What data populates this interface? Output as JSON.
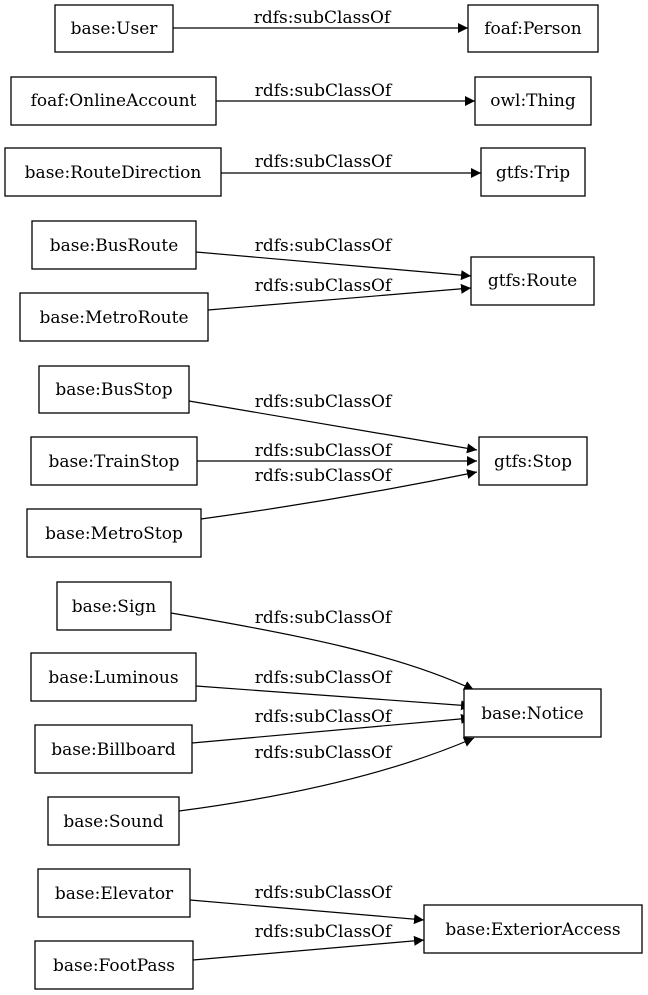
{
  "nodes": {
    "user": "base:User",
    "person": "foaf:Person",
    "online_account": "foaf:OnlineAccount",
    "thing": "owl:Thing",
    "route_direction": "base:RouteDirection",
    "trip": "gtfs:Trip",
    "bus_route": "base:BusRoute",
    "metro_route": "base:MetroRoute",
    "gtfs_route": "gtfs:Route",
    "bus_stop": "base:BusStop",
    "train_stop": "base:TrainStop",
    "metro_stop": "base:MetroStop",
    "gtfs_stop": "gtfs:Stop",
    "sign": "base:Sign",
    "luminous": "base:Luminous",
    "billboard": "base:Billboard",
    "sound": "base:Sound",
    "notice": "base:Notice",
    "elevator": "base:Elevator",
    "foot_pass": "base:FootPass",
    "exterior_access": "base:ExteriorAccess"
  },
  "edges": [
    {
      "from": "user",
      "to": "person",
      "label": "rdfs:subClassOf"
    },
    {
      "from": "online_account",
      "to": "thing",
      "label": "rdfs:subClassOf"
    },
    {
      "from": "route_direction",
      "to": "trip",
      "label": "rdfs:subClassOf"
    },
    {
      "from": "bus_route",
      "to": "gtfs_route",
      "label": "rdfs:subClassOf"
    },
    {
      "from": "metro_route",
      "to": "gtfs_route",
      "label": "rdfs:subClassOf"
    },
    {
      "from": "bus_stop",
      "to": "gtfs_stop",
      "label": "rdfs:subClassOf"
    },
    {
      "from": "train_stop",
      "to": "gtfs_stop",
      "label": "rdfs:subClassOf"
    },
    {
      "from": "metro_stop",
      "to": "gtfs_stop",
      "label": "rdfs:subClassOf"
    },
    {
      "from": "sign",
      "to": "notice",
      "label": "rdfs:subClassOf"
    },
    {
      "from": "luminous",
      "to": "notice",
      "label": "rdfs:subClassOf"
    },
    {
      "from": "billboard",
      "to": "notice",
      "label": "rdfs:subClassOf"
    },
    {
      "from": "sound",
      "to": "notice",
      "label": "rdfs:subClassOf"
    },
    {
      "from": "elevator",
      "to": "exterior_access",
      "label": "rdfs:subClassOf"
    },
    {
      "from": "foot_pass",
      "to": "exterior_access",
      "label": "rdfs:subClassOf"
    }
  ]
}
